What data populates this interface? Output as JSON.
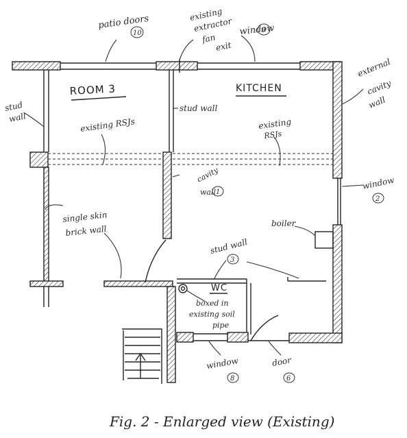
{
  "labels": {
    "patio_doors": "patio doors",
    "patio_doors_num": "10",
    "existing_ext_line1": "existing",
    "existing_ext_line2": "extractor",
    "existing_ext_line3": "fan",
    "existing_ext_line4": "exit",
    "window_top": "window",
    "window_top_num": "9",
    "room3": "ROOM 3",
    "kitchen": "KITCHEN",
    "external_line1": "external",
    "external_line2": "cavity",
    "external_line3": "wall",
    "stud_wall_left_line1": "stud",
    "stud_wall_left_line2": "wall",
    "stud_wall_mid": "stud wall",
    "rsjs_left": "existing RSJs",
    "rsjs_right_line1": "existing",
    "rsjs_right_line2": "RSJs",
    "cavity_wall_line1": "cavity",
    "cavity_wall_line2": "wall",
    "cavity_wall_num": "1",
    "window_right": "window",
    "window_right_num": "2",
    "single_skin_line1": "single skin",
    "single_skin_line2": "brick wall",
    "boiler": "boiler",
    "stud_wall_lower": "stud wall",
    "stud_wall_lower_num": "3",
    "wc": "WC",
    "boxed_line1": "boxed in",
    "boxed_line2": "existing soil",
    "boxed_line3": "pipe",
    "window_bottom": "window",
    "window_bottom_num": "8",
    "door": "door",
    "door_num": "6",
    "caption": "Fig. 2 - Enlarged view (Existing)"
  }
}
